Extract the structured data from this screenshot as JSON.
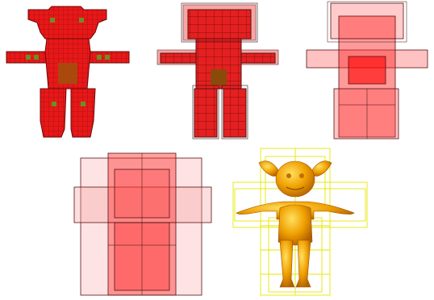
{
  "figure": {
    "panels": [
      {
        "id": "level-1",
        "style": "dense voxel grid"
      },
      {
        "id": "level-2",
        "style": "medium boxes"
      },
      {
        "id": "level-3",
        "style": "coarse boxes"
      },
      {
        "id": "level-4",
        "style": "coarsest boxes"
      },
      {
        "id": "level-5",
        "style": "rendered mesh with wireframe boxes"
      }
    ],
    "colors": {
      "voxel_red": "#e81818",
      "voxel_dark": "#8a0a0a",
      "voxel_brown": "#a0520a",
      "voxel_green": "#6b8e23",
      "box_fill": "#ff2a2a",
      "box_stroke": "#5a1010",
      "light_fill": "#f4a0a0",
      "wire_yellow": "#e6e600",
      "mesh_orange": "#f0a000"
    }
  }
}
